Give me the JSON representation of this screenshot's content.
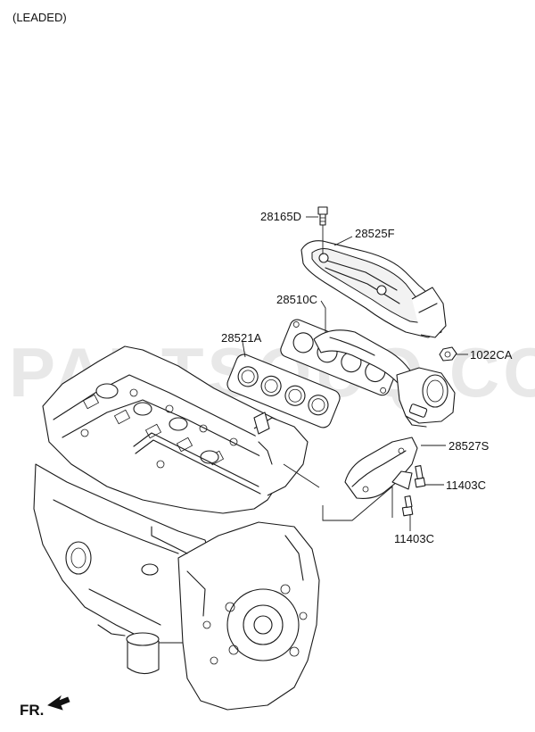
{
  "diagram": {
    "variant_note": "(LEADED)",
    "front_indicator": "FR.",
    "watermark": "PARTSOUQ.COM",
    "callouts": [
      {
        "id": "p1",
        "text": "28165D"
      },
      {
        "id": "p2",
        "text": "28525F"
      },
      {
        "id": "p3",
        "text": "28510C"
      },
      {
        "id": "p4",
        "text": "28521A"
      },
      {
        "id": "p5",
        "text": "1022CA"
      },
      {
        "id": "p6",
        "text": "28527S"
      },
      {
        "id": "p7",
        "text": "11403C"
      },
      {
        "id": "p8",
        "text": "11403C"
      }
    ]
  }
}
